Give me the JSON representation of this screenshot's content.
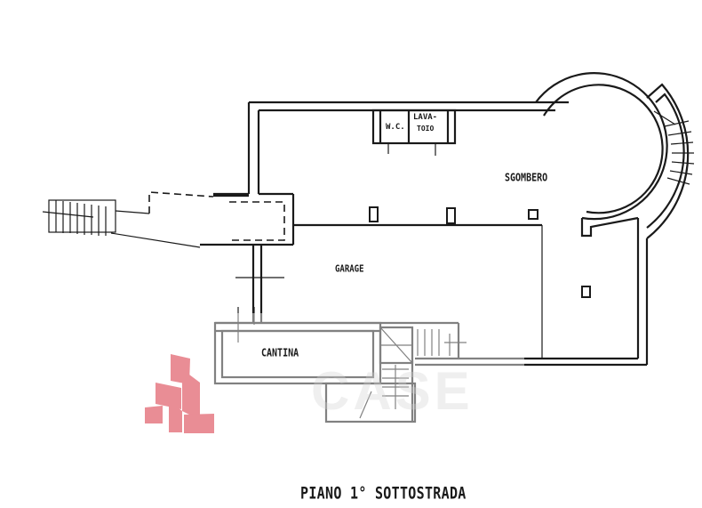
{
  "plan": {
    "title": "PIANO 1° SOTTOSTRADA",
    "rooms": {
      "wc": "W.C.",
      "lavatoio_line1": "LAVA-",
      "lavatoio_line2": "TOIO",
      "sgombero": "SGOMBERO",
      "garage": "GARAGE",
      "cantina": "CANTINA"
    },
    "watermark": {
      "logo_color": "#d8303f",
      "text": "CASE"
    }
  }
}
